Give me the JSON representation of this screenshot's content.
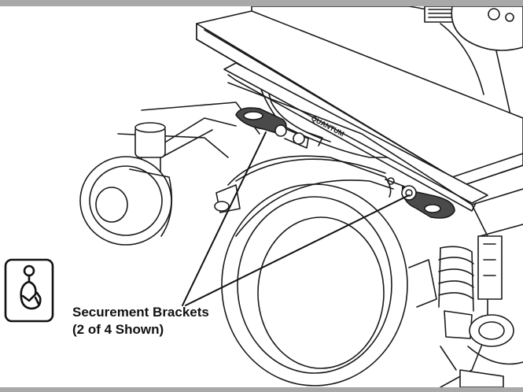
{
  "figure": {
    "callout_line1": "Securement Brackets",
    "callout_line2": "(2 of 4 Shown)",
    "brand_label": "QUANTUM"
  },
  "symbol": {
    "icon": "securement-hook-icon"
  },
  "colors": {
    "band": "#a9a9a9",
    "line": "#1a1a1a",
    "bracket_fill": "#4a4a4a"
  }
}
